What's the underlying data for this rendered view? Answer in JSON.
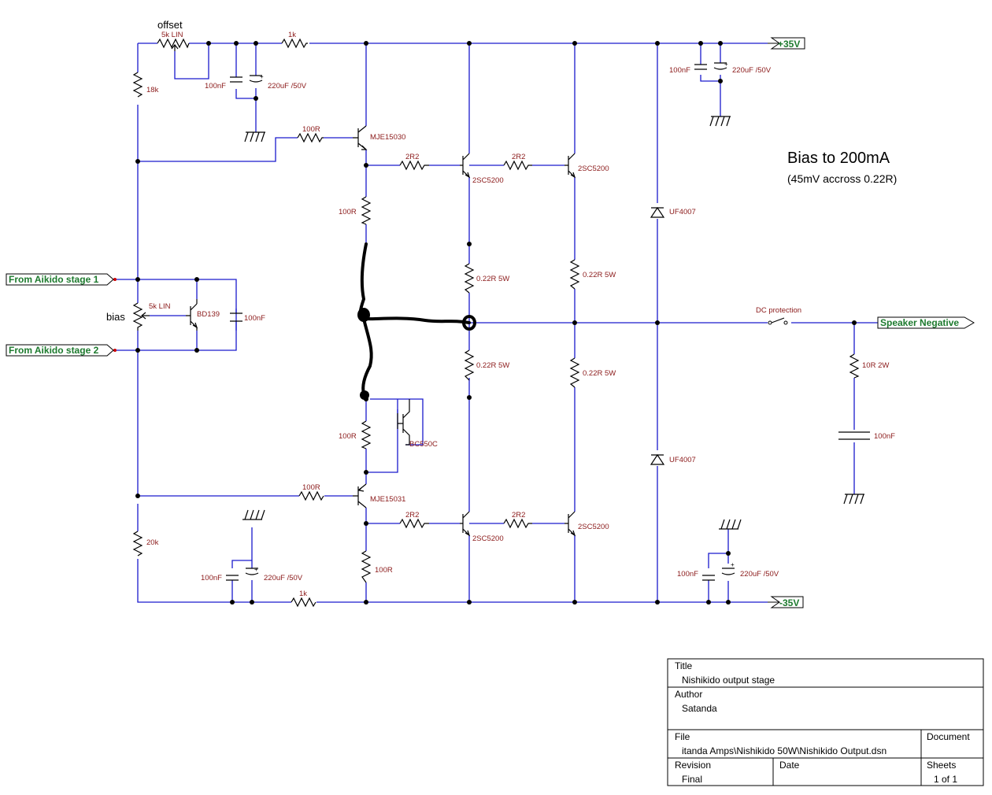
{
  "notes": {
    "bias_title": "Bias to 200mA",
    "bias_sub": "(45mV accross 0.22R)"
  },
  "ports": {
    "plus35": "+35V",
    "minus35": "-35V",
    "in1": "From Aikido stage 1",
    "in2": "From Aikido stage 2",
    "speaker": "Speaker Negative"
  },
  "labels": {
    "offset": "offset",
    "pot_offset": "5k LIN",
    "bias": "bias",
    "pot_bias": "5k LIN",
    "r18k": "18k",
    "r20k": "20k",
    "r1k_top": "1k",
    "r1k_bot": "1k",
    "c100n_tl": "100nF",
    "c220_tl": "220uF /50V",
    "c100n_tr": "100nF",
    "c220_tr": "220uF /50V",
    "c100n_bl": "100nF",
    "c220_bl": "220uF /50V",
    "c100n_br": "100nF",
    "c220_br": "220uF /50V",
    "r100_t": "100R",
    "r100_b": "100R",
    "mje_top": "MJE15030",
    "mje_bot": "MJE15031",
    "r100_top_col": "100R",
    "r100_mid": "100R",
    "r100_bot_col": "100R",
    "r2r2_a": "2R2",
    "r2r2_b": "2R2",
    "r2r2_c": "2R2",
    "r2r2_d": "2R2",
    "q_2sc_1": "2SC5200",
    "q_2sc_2": "2SC5200",
    "q_2sc_3": "2SC5200",
    "q_2sc_4": "2SC5200",
    "re_1": "0.22R 5W",
    "re_2": "0.22R 5W",
    "re_3": "0.22R 5W",
    "re_4": "0.22R 5W",
    "bd139": "BD139",
    "c100n_bias": "100nF",
    "bc550": "BC550C",
    "d1": "UF4007",
    "d2": "UF4007",
    "dc_prot": "DC protection",
    "r10": "10R 2W",
    "c100n_zob": "100nF"
  },
  "title_block": {
    "title_h": "Title",
    "title_v": "Nishikido output stage",
    "author_h": "Author",
    "author_v": "Satanda",
    "file_h": "File",
    "file_v": "itanda Amps\\Nishikido 50W\\Nishikido Output.dsn",
    "document_h": "Document",
    "revision_h": "Revision",
    "revision_v": "Final",
    "date_h": "Date",
    "sheets_h": "Sheets",
    "sheets_v": "1 of 1"
  }
}
